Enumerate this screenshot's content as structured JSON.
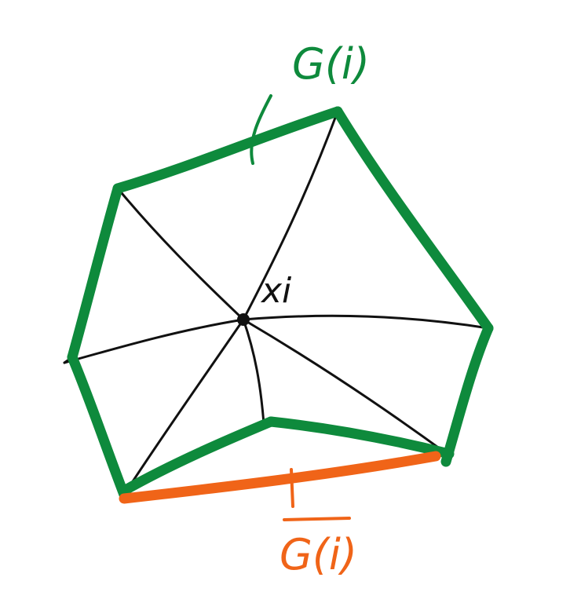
{
  "labels": {
    "boundary": "G(i)",
    "complement": "G(i)",
    "center": "xi"
  },
  "colors": {
    "boundary": "#0e8a3c",
    "complement": "#f06418",
    "spokes": "#111111"
  }
}
